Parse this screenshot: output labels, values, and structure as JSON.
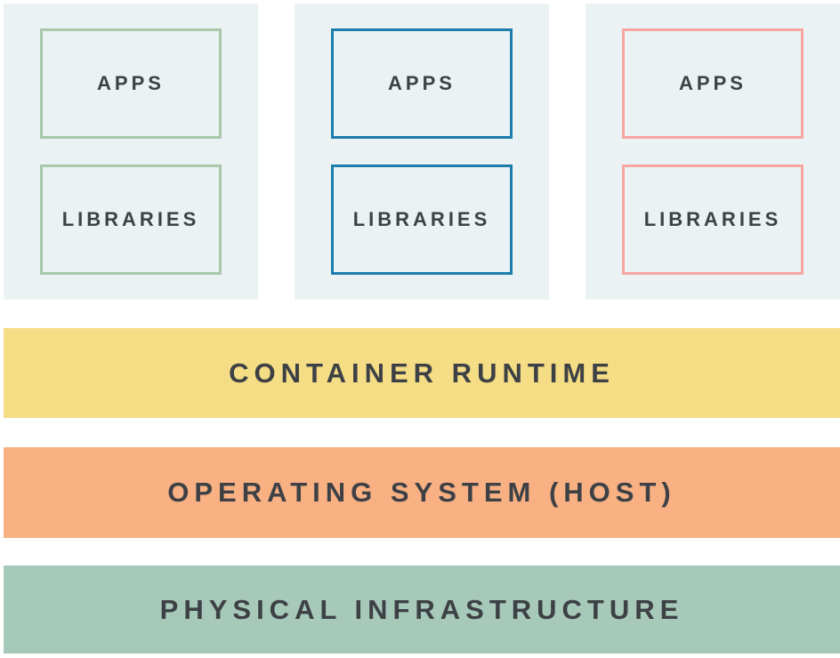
{
  "diagram": {
    "panel_bg": "#eaf2f3",
    "text_color": "#3d4145",
    "containers": [
      {
        "name": "container-1",
        "accent_color": "#a9c7ab",
        "boxes": [
          {
            "label": "APPS"
          },
          {
            "label": "LIBRARIES"
          }
        ]
      },
      {
        "name": "container-2",
        "accent_color": "#1d7dad",
        "boxes": [
          {
            "label": "APPS"
          },
          {
            "label": "LIBRARIES"
          }
        ]
      },
      {
        "name": "container-3",
        "accent_color": "#f8a6a2",
        "boxes": [
          {
            "label": "APPS"
          },
          {
            "label": "LIBRARIES"
          }
        ]
      }
    ],
    "layers": [
      {
        "label": "CONTAINER RUNTIME",
        "color": "#f5dd85"
      },
      {
        "label": "OPERATING SYSTEM (HOST)",
        "color": "#f9b083"
      },
      {
        "label": "PHYSICAL INFRASTRUCTURE",
        "color": "#a7c9ba"
      }
    ]
  }
}
